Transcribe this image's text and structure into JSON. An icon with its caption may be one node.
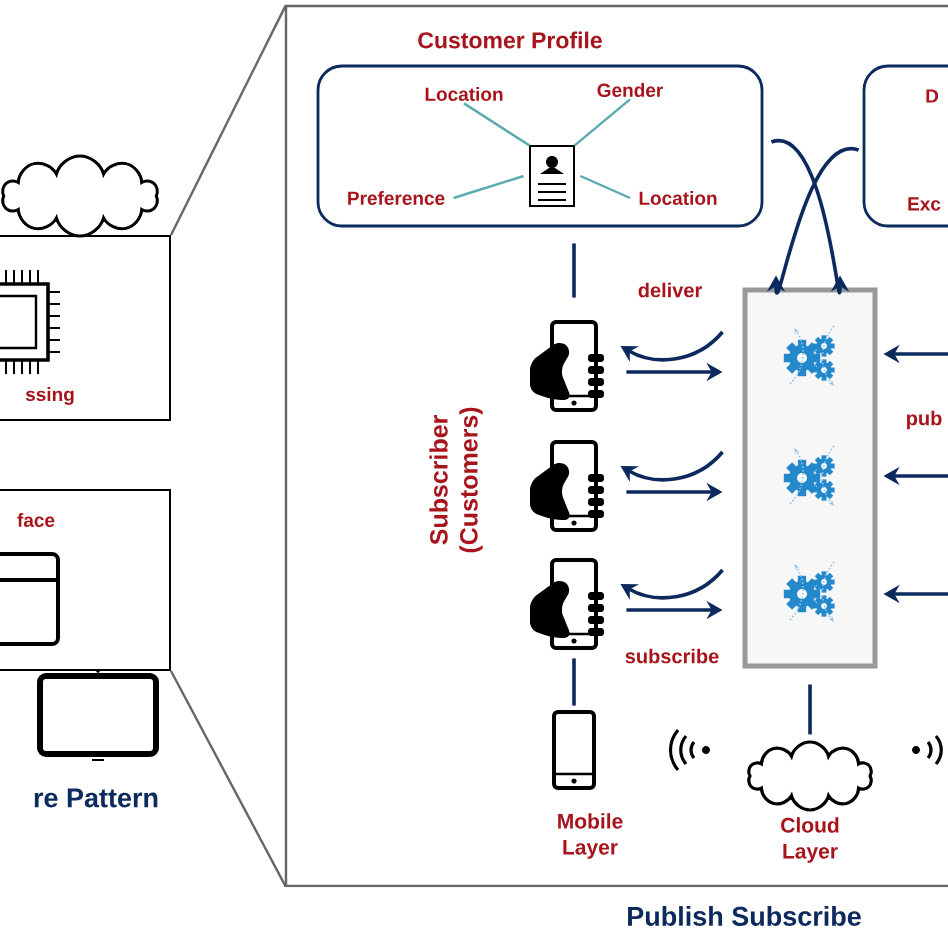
{
  "diagram": {
    "nodes": [
      {
        "text": [
          "ssing"
        ]
      },
      {
        "text": [
          "face"
        ]
      },
      {
        "text": [],
        "shape": "box"
      },
      {
        "text": [
          "Customer Profile"
        ],
        "in": 2
      },
      {
        "text": [],
        "shape": "card",
        "in": 3
      },
      {
        "text": [
          "Location"
        ],
        "in": 3
      },
      {
        "text": [
          "Gender"
        ],
        "in": 3
      },
      {
        "text": [
          "Preference"
        ],
        "in": 3
      },
      {
        "text": [
          "Location"
        ],
        "in": 3
      },
      {
        "text": [
          "D",
          "Exc"
        ],
        "in": 2
      },
      {
        "text": [],
        "shape": "box",
        "in": 2
      },
      {
        "text": [],
        "shape": "phone",
        "in": 2
      },
      {
        "text": [],
        "shape": "phone",
        "in": 2
      },
      {
        "text": [],
        "shape": "phone",
        "in": 2
      },
      {
        "text": [],
        "shape": "phone",
        "beside": [
          "Mobile Layer"
        ],
        "in": 2
      },
      {
        "text": [],
        "shape": "cloud",
        "beside": [
          "Cloud Layer"
        ],
        "in": 2
      }
    ],
    "edges": [
      {
        "from": 0,
        "to": 2,
        "arrow": "none",
        "color": "#666666"
      },
      {
        "from": 1,
        "to": 2,
        "arrow": "none",
        "color": "#666666"
      },
      {
        "from": 4,
        "to": 5,
        "arrow": "none",
        "color": "#5aaab0"
      },
      {
        "from": 4,
        "to": 6,
        "arrow": "none",
        "color": "#5aaab0"
      },
      {
        "from": 4,
        "to": 7,
        "arrow": "none",
        "color": "#5aaab0"
      },
      {
        "from": 4,
        "to": 8,
        "arrow": "none",
        "color": "#5aaab0"
      },
      {
        "from": 3,
        "to": 11,
        "arrow": "none"
      },
      {
        "from": 3,
        "to": 10,
        "arrow": "to"
      },
      {
        "from": 9,
        "to": 10,
        "arrow": "to"
      },
      {
        "from": 10,
        "to": 11,
        "arrow": "to",
        "label": "deliver"
      },
      {
        "from": 11,
        "to": 10,
        "arrow": "to"
      },
      {
        "from": 10,
        "to": 12,
        "arrow": "to"
      },
      {
        "from": 12,
        "to": 10,
        "arrow": "to"
      },
      {
        "from": 10,
        "to": 13,
        "arrow": "to"
      },
      {
        "from": 13,
        "to": 10,
        "arrow": "to",
        "label": "subscribe"
      },
      {
        "from": null,
        "to": 10,
        "arrow": "to"
      },
      {
        "from": null,
        "to": 10,
        "arrow": "to"
      },
      {
        "from": null,
        "to": 10,
        "arrow": "to"
      },
      {
        "from": 13,
        "to": 14,
        "arrow": "none"
      },
      {
        "from": 10,
        "to": 15,
        "arrow": "none"
      }
    ],
    "labels": [
      "Subscriber (Customers)",
      "pub",
      "re Pattern",
      "Publish Subscribe"
    ]
  }
}
